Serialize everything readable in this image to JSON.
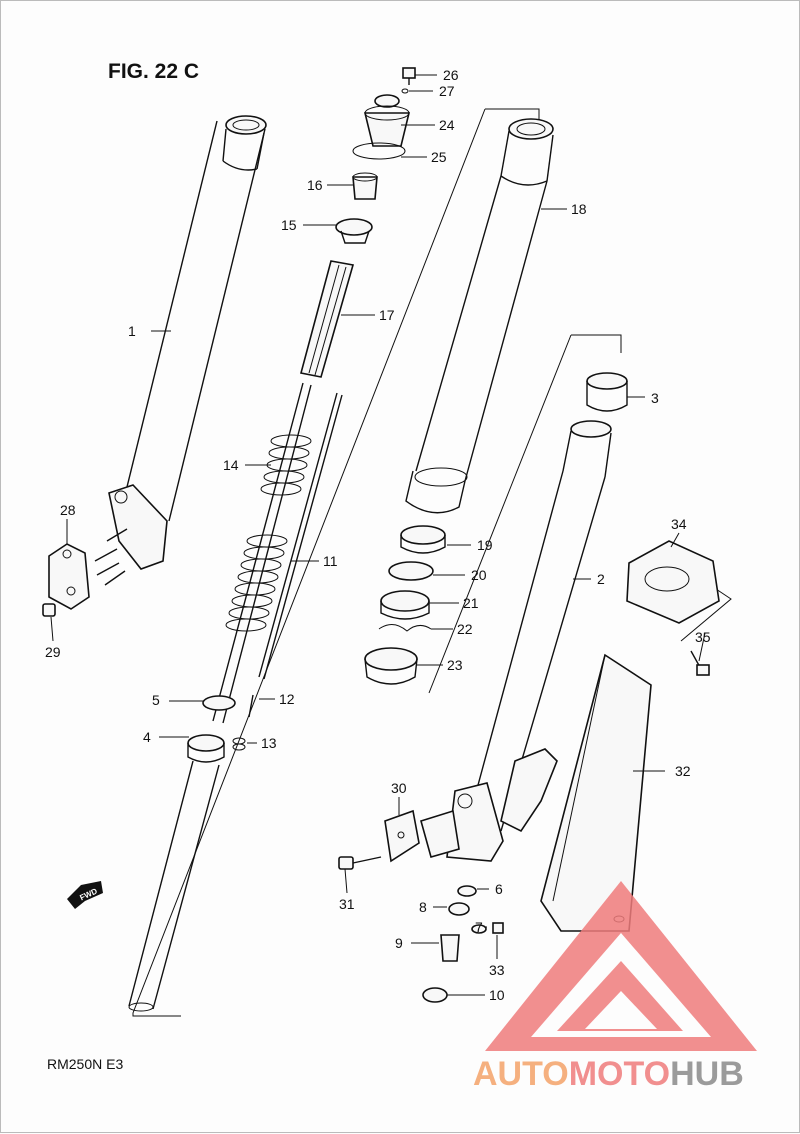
{
  "figure": {
    "title": "FIG. 22 C",
    "model": "RM250N  E3",
    "fwd_label": "FWD"
  },
  "parts": [
    {
      "id": "1",
      "label": "1"
    },
    {
      "id": "2",
      "label": "2"
    },
    {
      "id": "3",
      "label": "3"
    },
    {
      "id": "4",
      "label": "4"
    },
    {
      "id": "5",
      "label": "5"
    },
    {
      "id": "6",
      "label": "6"
    },
    {
      "id": "7",
      "label": "7"
    },
    {
      "id": "8",
      "label": "8"
    },
    {
      "id": "9",
      "label": "9"
    },
    {
      "id": "10",
      "label": "10"
    },
    {
      "id": "11",
      "label": "11"
    },
    {
      "id": "12",
      "label": "12"
    },
    {
      "id": "13",
      "label": "13"
    },
    {
      "id": "14",
      "label": "14"
    },
    {
      "id": "15",
      "label": "15"
    },
    {
      "id": "16",
      "label": "16"
    },
    {
      "id": "17",
      "label": "17"
    },
    {
      "id": "18",
      "label": "18"
    },
    {
      "id": "19",
      "label": "19"
    },
    {
      "id": "20",
      "label": "20"
    },
    {
      "id": "21",
      "label": "21"
    },
    {
      "id": "22",
      "label": "22"
    },
    {
      "id": "23",
      "label": "23"
    },
    {
      "id": "24",
      "label": "24"
    },
    {
      "id": "25",
      "label": "25"
    },
    {
      "id": "26",
      "label": "26"
    },
    {
      "id": "27",
      "label": "27"
    },
    {
      "id": "28",
      "label": "28"
    },
    {
      "id": "29",
      "label": "29"
    },
    {
      "id": "30",
      "label": "30"
    },
    {
      "id": "31",
      "label": "31"
    },
    {
      "id": "32",
      "label": "32"
    },
    {
      "id": "33",
      "label": "33"
    },
    {
      "id": "34",
      "label": "34"
    },
    {
      "id": "35",
      "label": "35"
    }
  ],
  "watermark": {
    "part1": "AUTO",
    "part2": "MOTO",
    "part3": "HUB",
    "color_a": "#f4a36a",
    "color_b": "#f07c7c",
    "color_c": "#8a8a8a"
  }
}
